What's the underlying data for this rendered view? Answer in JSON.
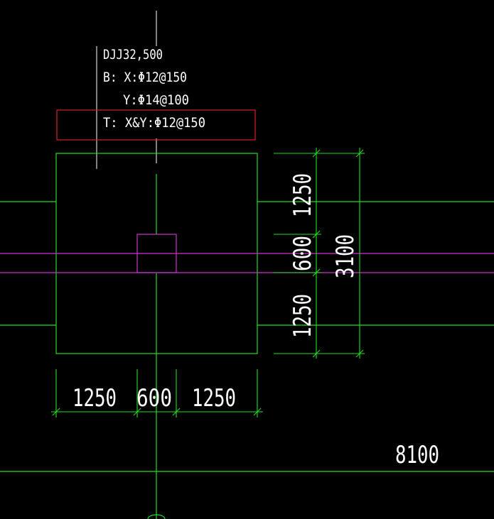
{
  "colors": {
    "background": "#000000",
    "footing": "#22dd22",
    "axis": "#22dd22",
    "column": "#cc33cc",
    "text": "#ffffff",
    "highlight": "#dd2222",
    "dimension": "#22dd22"
  },
  "annotation": {
    "line1": "DJJ32,500",
    "line2": "B: X:Φ12@150",
    "line3": "Y:Φ14@100",
    "line4": "T: X&Y:Φ12@150"
  },
  "dimensions": {
    "horizontal": [
      "1250",
      "600",
      "1250"
    ],
    "vertical": [
      "1250",
      "600",
      "1250"
    ],
    "vertical_total": "3100",
    "span": "8100"
  }
}
